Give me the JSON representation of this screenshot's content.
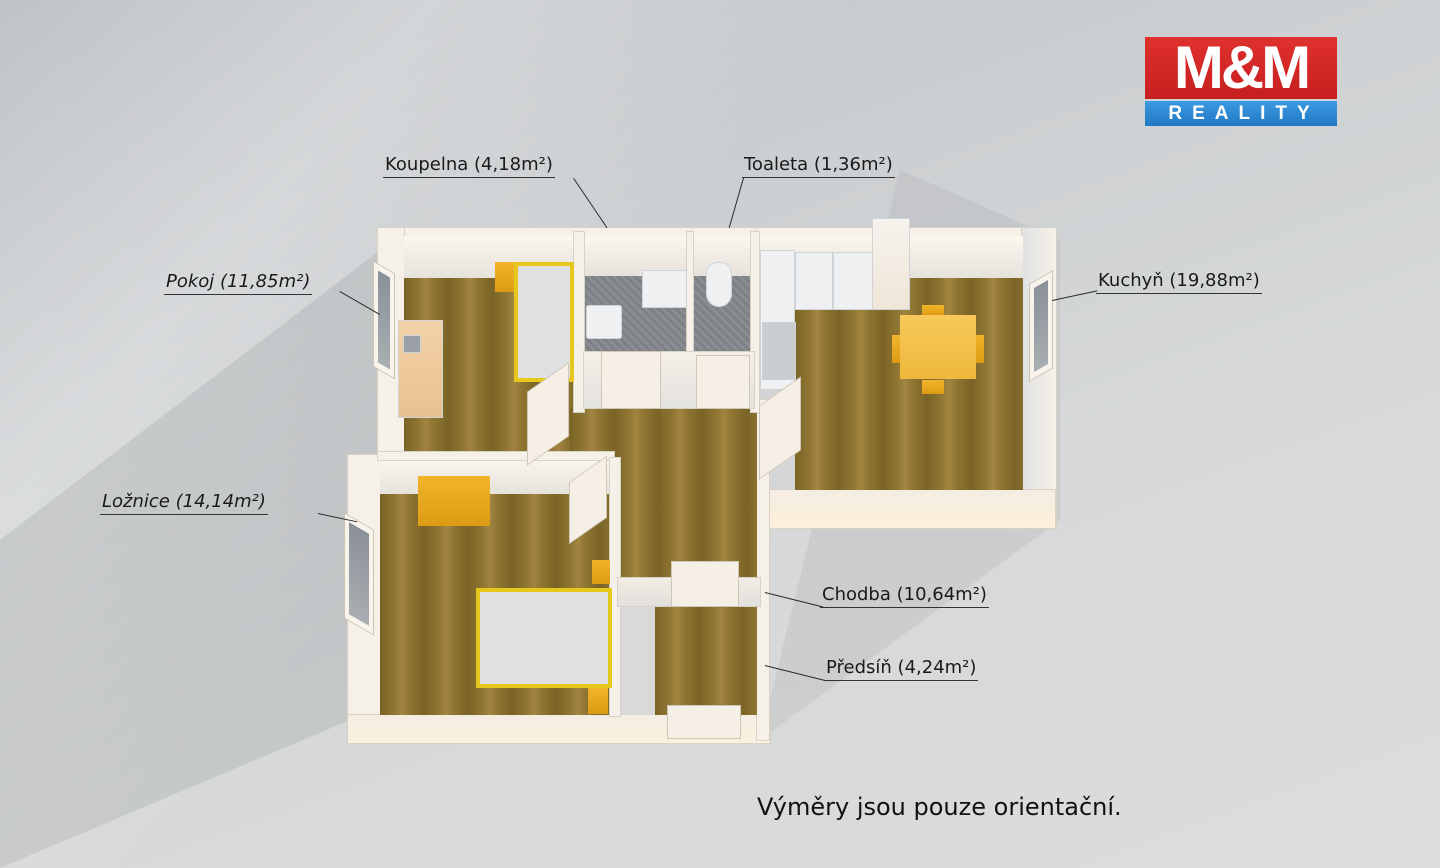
{
  "logo": {
    "top_text": "M&M",
    "bottom_text": "REALITY",
    "colors": {
      "red": "#d42826",
      "blue": "#2a86d0"
    }
  },
  "rooms": [
    {
      "id": "koupelna",
      "label": "Koupelna (4,18m²)",
      "name": "Koupelna",
      "area": "4,18m²"
    },
    {
      "id": "toaleta",
      "label": "Toaleta (1,36m²)",
      "name": "Toaleta",
      "area": "1,36m²"
    },
    {
      "id": "pokoj",
      "label": "Pokoj (11,85m²)",
      "name": "Pokoj",
      "area": "11,85m²"
    },
    {
      "id": "kuchyn",
      "label": "Kuchyň (19,88m²)",
      "name": "Kuchyň",
      "area": "19,88m²"
    },
    {
      "id": "loznice",
      "label": "Ložnice (14,14m²)",
      "name": "Ložnice",
      "area": "14,14m²"
    },
    {
      "id": "chodba",
      "label": "Chodba (10,64m²)",
      "name": "Chodba",
      "area": "10,64m²"
    },
    {
      "id": "predsin",
      "label": "Předsíň (4,24m²)",
      "name": "Předsíň",
      "area": "4,24m²"
    }
  ],
  "footer_note": "Výměry jsou pouze orientační.",
  "colors": {
    "background": "#d0d3d5",
    "floor_wood": "#8f7532",
    "wall": "#f6f1e8",
    "furniture_yellow": "#e8a81d",
    "bathroom_tile": "#84878b"
  }
}
